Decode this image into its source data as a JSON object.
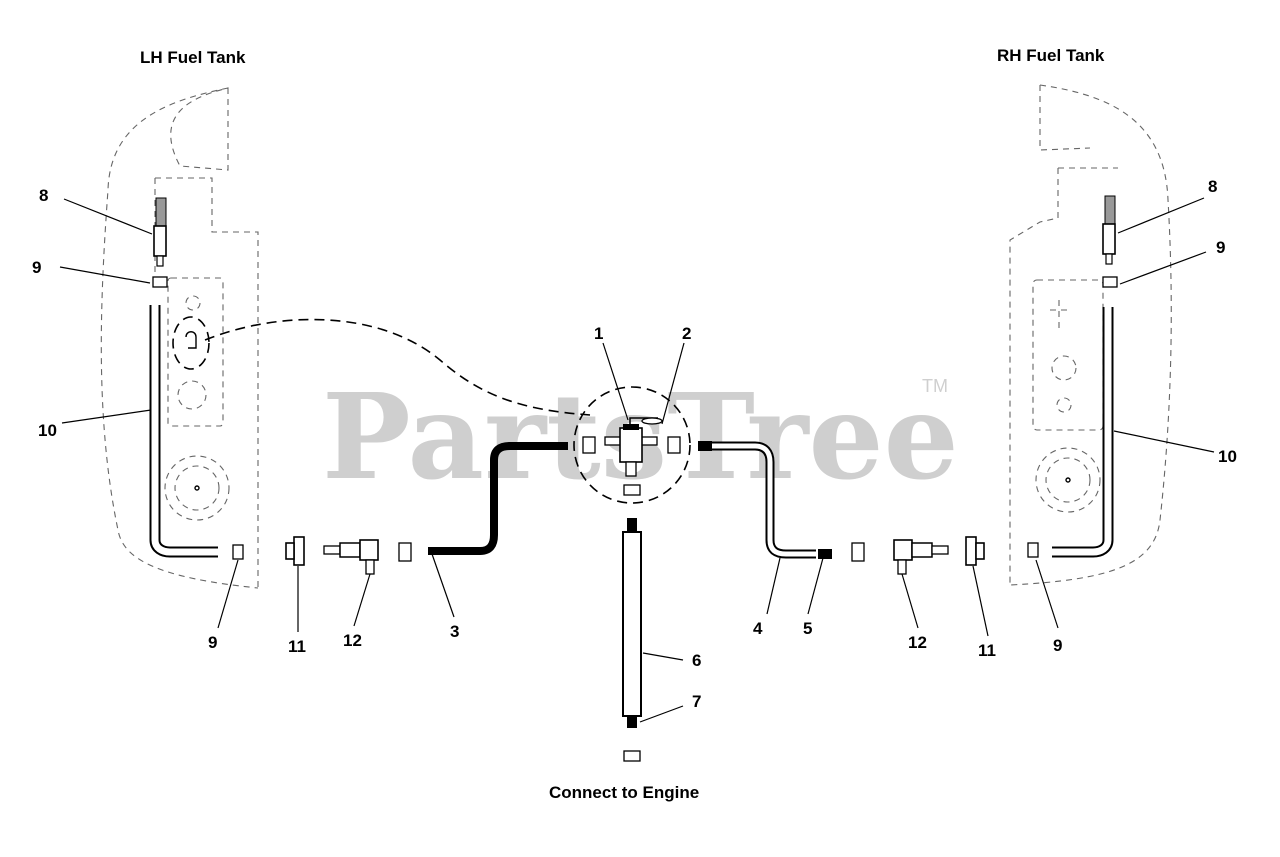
{
  "titles": {
    "lh_tank": "LH Fuel Tank",
    "rh_tank": "RH Fuel Tank",
    "engine": "Connect to Engine"
  },
  "watermark": {
    "text": "PartsTree",
    "tm": "TM"
  },
  "callouts": {
    "c1": "1",
    "c2": "2",
    "c3": "3",
    "c4": "4",
    "c5": "5",
    "c6": "6",
    "c7": "7",
    "c8_left": "8",
    "c8_right": "8",
    "c9_left_top": "9",
    "c9_left_bottom": "9",
    "c9_right_top": "9",
    "c9_right_bottom": "9",
    "c10_left": "10",
    "c10_right": "10",
    "c11_left": "11",
    "c11_right": "11",
    "c12_left": "12",
    "c12_right": "12"
  },
  "colors": {
    "line": "#000000",
    "tank_outline": "#666666",
    "watermark": "#cfcfcf"
  }
}
